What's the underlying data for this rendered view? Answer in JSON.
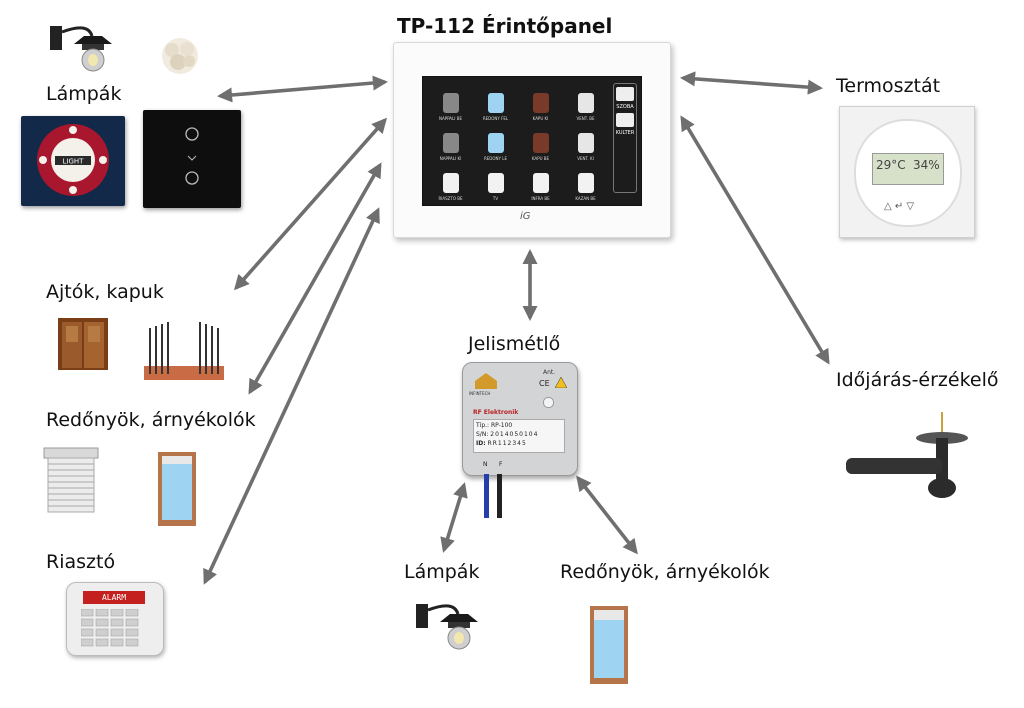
{
  "title": "TP-112 Érintőpanel",
  "labels": {
    "lamps_top": "Lámpák",
    "doors": "Ajtók, kapuk",
    "shutters_left": "Redőnyök, árnyékolók",
    "alarm": "Riasztó",
    "thermostat": "Termosztát",
    "weather": "Időjárás-érzékelő",
    "repeater": "Jelismétlő",
    "lamps_bottom": "Lámpák",
    "shutters_bottom": "Redőnyök, árnyékolók"
  },
  "panel": {
    "brand": "iG",
    "tiles": [
      {
        "label": "NAPPALI BE",
        "icon": "lamp-icon"
      },
      {
        "label": "REDONY FEL",
        "icon": "window-icon"
      },
      {
        "label": "KAPU KI",
        "icon": "gate-icon"
      },
      {
        "label": "VENT. BE",
        "icon": "fan-icon"
      },
      {
        "label": "NAPPALI KI",
        "icon": "lamp-icon"
      },
      {
        "label": "REDONY LE",
        "icon": "window-icon"
      },
      {
        "label": "KAPU BE",
        "icon": "gate-icon"
      },
      {
        "label": "VENT. KI",
        "icon": "fan-icon"
      },
      {
        "label": "RIASZTO BE",
        "icon": "alarm-icon"
      },
      {
        "label": "TV",
        "icon": "socket-icon"
      },
      {
        "label": "INFRA BE",
        "icon": "heater-icon"
      },
      {
        "label": "KAZAN BE",
        "icon": "switch-icon"
      }
    ],
    "side": {
      "room1": "SZOBA",
      "room2": "KULTER"
    }
  },
  "thermostat": {
    "temp": "29°C",
    "humidity": "34%"
  },
  "repeater_device": {
    "brand_small": "INFINTECH",
    "ant": "Ant.",
    "ce": "CE",
    "rf_brand": "RF Elektronik",
    "type": "Típ.: RP-100",
    "sn_label": "S/N:",
    "sn": "2014050104",
    "id_label": "ID:",
    "id": "RR112345",
    "wire_n": "N",
    "wire_f": "F"
  },
  "keypad_display": "ALARM",
  "colors": {
    "arrow": "#6f6f6f",
    "panel_screen": "#1c1c1c",
    "accent_red": "#c0203a"
  }
}
